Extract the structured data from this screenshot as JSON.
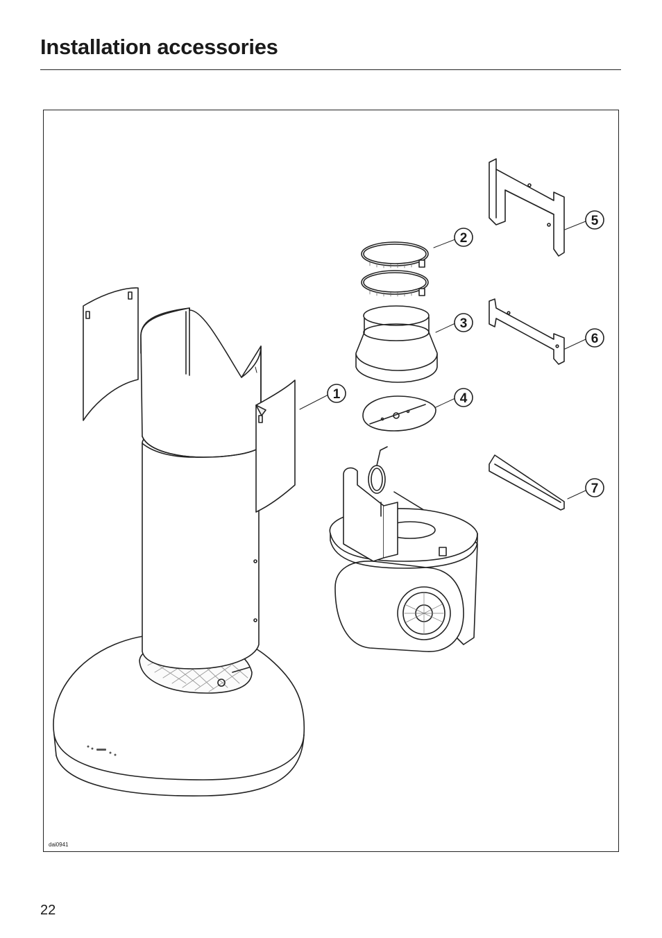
{
  "page": {
    "title": "Installation accessories",
    "page_number": "22"
  },
  "figure": {
    "code": "dai0941",
    "callouts": [
      "1",
      "2",
      "3",
      "4",
      "5",
      "6",
      "7"
    ]
  }
}
